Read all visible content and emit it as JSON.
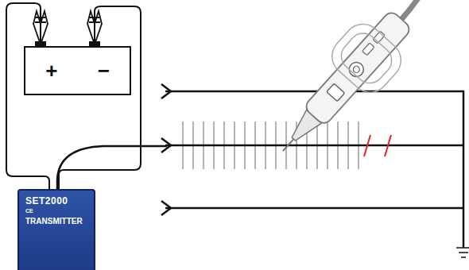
{
  "diagram": {
    "nodes": [
      {
        "text": [
          "+",
          "−"
        ]
      },
      {
        "text": [
          "SET2000",
          "CE",
          "TRANSMITTER"
        ]
      }
    ],
    "edges": [
      {
        "from": 0,
        "to": 1,
        "arrow": "none"
      },
      {
        "from": 0,
        "to": 1,
        "arrow": "none"
      }
    ]
  }
}
